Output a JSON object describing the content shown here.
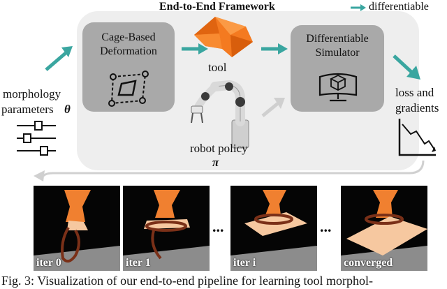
{
  "framework": {
    "title": "End-to-End Framework",
    "legend_text": "differentiable"
  },
  "modules": {
    "cage": {
      "line1": "Cage-Based",
      "line2": "Deformation"
    },
    "simulator": {
      "line1": "Differentiable",
      "line2": "Simulator"
    }
  },
  "labels": {
    "tool": "tool",
    "robot_policy": "robot policy",
    "pi": "π",
    "morph_line1": "morphology",
    "morph_line2": "parameters",
    "theta": "θ",
    "loss_line1": "loss and",
    "loss_line2": "gradients"
  },
  "iterations": [
    {
      "label": "iter 0"
    },
    {
      "label": "iter 1"
    },
    {
      "label": "iter  i"
    },
    {
      "label": "converged"
    }
  ],
  "ellipsis": "...",
  "caption": "Fig. 3: Visualization of our end-to-end pipeline for learning tool morphol-",
  "colors": {
    "teal": "#3aa6a0",
    "module_gray": "#a9a9a9",
    "panel_gray": "#eeeeee",
    "tool_orange": "#f47a20"
  }
}
